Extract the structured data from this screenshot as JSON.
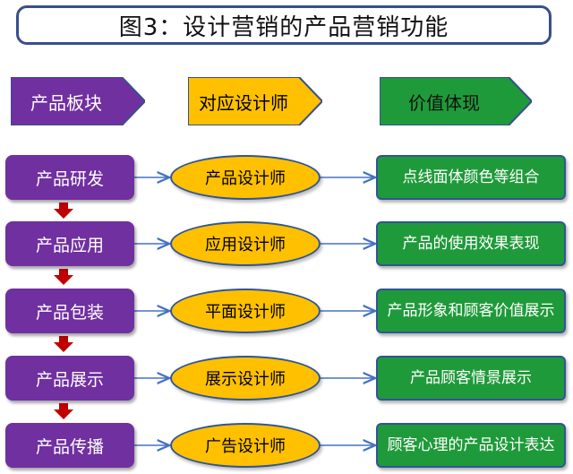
{
  "title": "图3：设计营销的产品营销功能",
  "headers": [
    "产品板块",
    "对应设计师",
    "价值体现"
  ],
  "rows": [
    {
      "stage": "产品研发",
      "designer": "产品设计师",
      "value": "点线面体颜色等组合"
    },
    {
      "stage": "产品应用",
      "designer": "应用设计师",
      "value": "产品的使用效果表现"
    },
    {
      "stage": "产品包装",
      "designer": "平面设计师",
      "value": "产品形象和顾客价值展示"
    },
    {
      "stage": "产品展示",
      "designer": "展示设计师",
      "value": "产品顾客情景展示"
    },
    {
      "stage": "产品传播",
      "designer": "广告设计师",
      "value": "顾客心理的产品设计表达"
    }
  ],
  "colors": {
    "stage": "#7030a0",
    "designer": "#ffc000",
    "value": "#1f9a3a",
    "border": "#2f5597",
    "down_arrow": "#c00000"
  }
}
